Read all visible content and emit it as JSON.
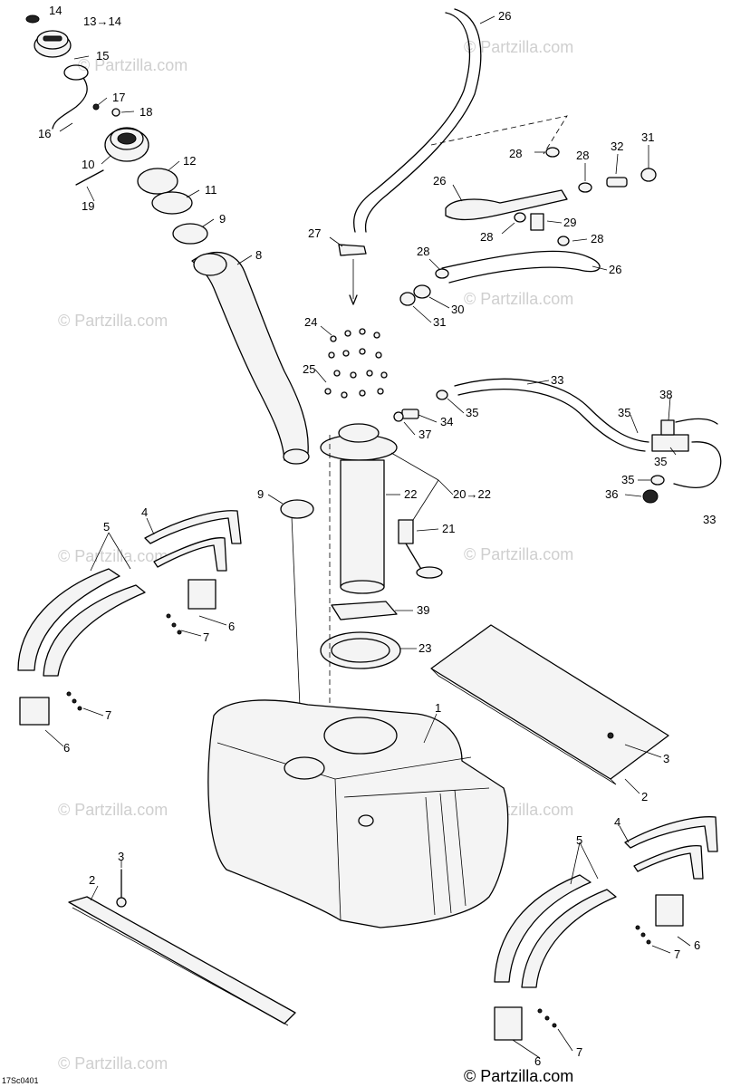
{
  "watermark": "© Partzilla.com",
  "footer": {
    "brand": "© Partzilla.com",
    "diagram_code": "17Sc0401"
  },
  "callouts": [
    {
      "text": "14"
    },
    {
      "text": "13→14"
    },
    {
      "text": "15"
    },
    {
      "text": "17"
    },
    {
      "text": "18"
    },
    {
      "text": "16"
    },
    {
      "text": "10"
    },
    {
      "text": "12"
    },
    {
      "text": "11"
    },
    {
      "text": "19"
    },
    {
      "text": "9"
    },
    {
      "text": "8"
    },
    {
      "text": "26"
    },
    {
      "text": "28"
    },
    {
      "text": "28"
    },
    {
      "text": "32"
    },
    {
      "text": "31"
    },
    {
      "text": "26"
    },
    {
      "text": "29"
    },
    {
      "text": "28"
    },
    {
      "text": "28"
    },
    {
      "text": "27"
    },
    {
      "text": "28"
    },
    {
      "text": "26"
    },
    {
      "text": "30"
    },
    {
      "text": "31"
    },
    {
      "text": "24"
    },
    {
      "text": "25"
    },
    {
      "text": "33"
    },
    {
      "text": "38"
    },
    {
      "text": "34"
    },
    {
      "text": "35"
    },
    {
      "text": "37"
    },
    {
      "text": "35"
    },
    {
      "text": "35"
    },
    {
      "text": "22"
    },
    {
      "text": "20→22"
    },
    {
      "text": "9"
    },
    {
      "text": "35"
    },
    {
      "text": "36"
    },
    {
      "text": "33"
    },
    {
      "text": "4"
    },
    {
      "text": "5"
    },
    {
      "text": "21"
    },
    {
      "text": "39"
    },
    {
      "text": "6"
    },
    {
      "text": "7"
    },
    {
      "text": "23"
    },
    {
      "text": "7"
    },
    {
      "text": "6"
    },
    {
      "text": "1"
    },
    {
      "text": "3"
    },
    {
      "text": "2"
    },
    {
      "text": "3"
    },
    {
      "text": "2"
    },
    {
      "text": "4"
    },
    {
      "text": "5"
    },
    {
      "text": "6"
    },
    {
      "text": "7"
    },
    {
      "text": "7"
    },
    {
      "text": "6"
    }
  ]
}
